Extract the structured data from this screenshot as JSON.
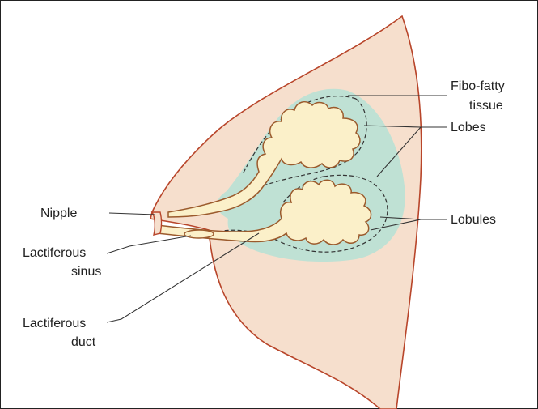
{
  "labels": {
    "fibro_fatty_line1": "Fibo-fatty",
    "fibro_fatty_line2": "tissue",
    "lobes": "Lobes",
    "nipple": "Nipple",
    "lobules": "Lobules",
    "sinus_line1": "Lactiferous",
    "sinus_line2": "sinus",
    "duct_line1": "Lactiferous",
    "duct_line2": "duct"
  },
  "colors": {
    "skin_fill": "#f6dfcd",
    "skin_outline": "#b8452a",
    "fat_tissue": "#bfe1d4",
    "gland_fill": "#fbf0c9",
    "gland_outline": "#9b5a2c",
    "leader_line": "#333333"
  }
}
